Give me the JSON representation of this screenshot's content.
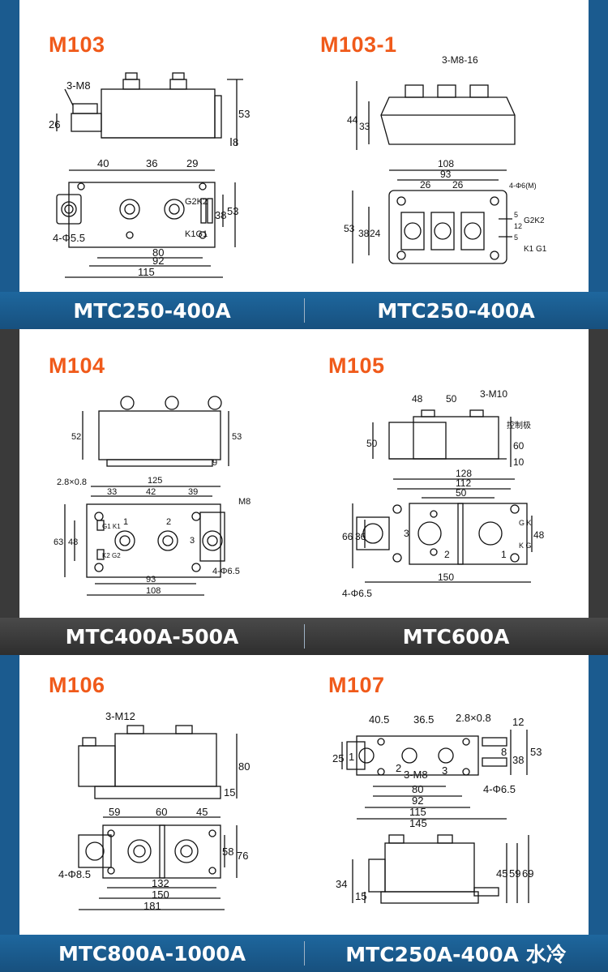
{
  "colors": {
    "accent": "#f05a1a",
    "banner_blue": "#1b5b8f",
    "banner_dark": "#3a3a3a"
  },
  "panels": [
    {
      "code": "M103",
      "labels": {
        "bolt": "3-M8",
        "h26": "26",
        "h53": "53",
        "h8": "8",
        "w40": "40",
        "w36": "36",
        "w29": "29",
        "v38": "38",
        "v53b": "53",
        "holes": "4-Φ5.5",
        "w80": "80",
        "w92": "92",
        "w115": "115",
        "gk": "G2K2",
        "kg": "K1G1"
      }
    },
    {
      "code": "M103-1",
      "labels": {
        "bolt": "3-M8-16",
        "h44": "44",
        "h33": "33",
        "w108": "108",
        "w93": "93",
        "w26a": "26",
        "w26b": "26",
        "holes": "4-Φ6(M)",
        "v53": "53",
        "v38": "38",
        "v24": "24",
        "s5a": "5",
        "s12": "12",
        "s5b": "5",
        "gk": "G2K2",
        "kg": "K1 G1"
      }
    },
    {
      "code": "M104",
      "labels": {
        "h52": "52",
        "h53": "53",
        "h9": "9",
        "tab": "2.8×0.8",
        "w125": "125",
        "w33": "33",
        "w42": "42",
        "w39": "39",
        "bolt": "M8",
        "v63": "63",
        "v48": "48",
        "n1": "1",
        "n2": "2",
        "n3": "3",
        "gk1": "G1 K1",
        "gk2": "K2 G2",
        "holes": "4-Φ6.5",
        "w93": "93",
        "w108": "108"
      }
    },
    {
      "code": "M105",
      "labels": {
        "w48": "48",
        "w50t": "50",
        "bolt": "3-M10",
        "ctrl": "控制极",
        "h50": "50",
        "h60": "60",
        "h10": "10",
        "w128": "128",
        "w112": "112",
        "w50": "50",
        "v66": "66",
        "v36": "36",
        "v48": "48",
        "n3": "3",
        "n2": "2",
        "n1": "1",
        "gk": "G K",
        "kg": "K G",
        "w150": "150",
        "holes": "4-Φ6.5"
      }
    },
    {
      "code": "M106",
      "labels": {
        "bolt": "3-M12",
        "h80": "80",
        "h15": "15",
        "w59": "59",
        "w60": "60",
        "w45": "45",
        "v58": "58",
        "v76": "76",
        "holes": "4-Φ8.5",
        "w132": "132",
        "w150": "150",
        "w181": "181"
      }
    },
    {
      "code": "M107",
      "labels": {
        "w405": "40.5",
        "w365": "36.5",
        "tab": "2.8×0.8",
        "v12": "12",
        "v25": "25",
        "v8": "8",
        "v38": "38",
        "v53": "53",
        "n1": "1",
        "n2": "2",
        "n3": "3",
        "bolt": "3-M8",
        "w80": "80",
        "holes": "4-Φ6.5",
        "w92": "92",
        "w115": "115",
        "w145": "145",
        "h34": "34",
        "h15": "15",
        "h45": "45",
        "h59": "59",
        "h69": "69"
      }
    }
  ],
  "banners": [
    {
      "left": "MTC250-400A",
      "right": "MTC250-400A"
    },
    {
      "left": "MTC400A-500A",
      "right": "MTC600A"
    },
    {
      "left": "MTC800A-1000A",
      "right": "MTC250A-400A 水冷"
    }
  ]
}
